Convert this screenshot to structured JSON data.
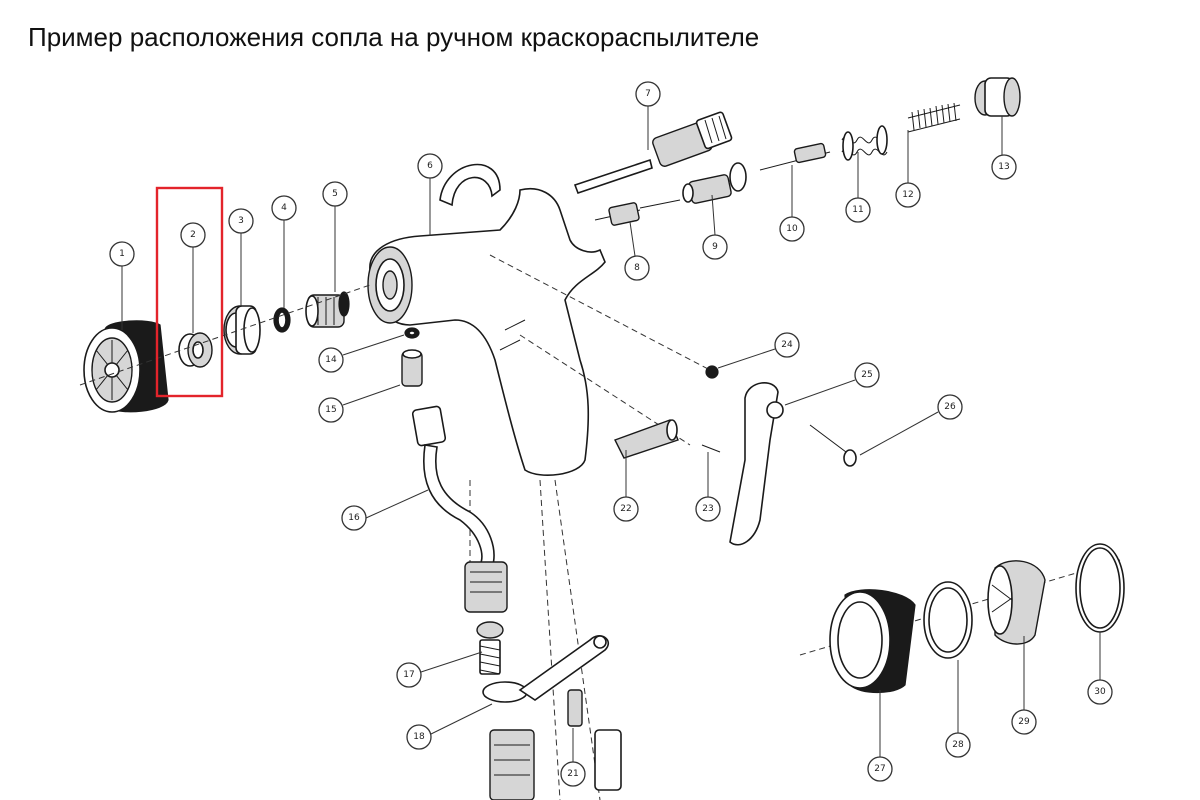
{
  "title": "Пример расположения сопла на ручном краскораспылителе",
  "highlighted_part": "2",
  "highlight_color": "#e3242b",
  "callouts": [
    "1",
    "2",
    "3",
    "4",
    "5",
    "6",
    "7",
    "8",
    "9",
    "10",
    "11",
    "12",
    "13",
    "14",
    "15",
    "16",
    "17",
    "18",
    "21",
    "22",
    "23",
    "24",
    "25",
    "26",
    "27",
    "28",
    "29",
    "30"
  ]
}
